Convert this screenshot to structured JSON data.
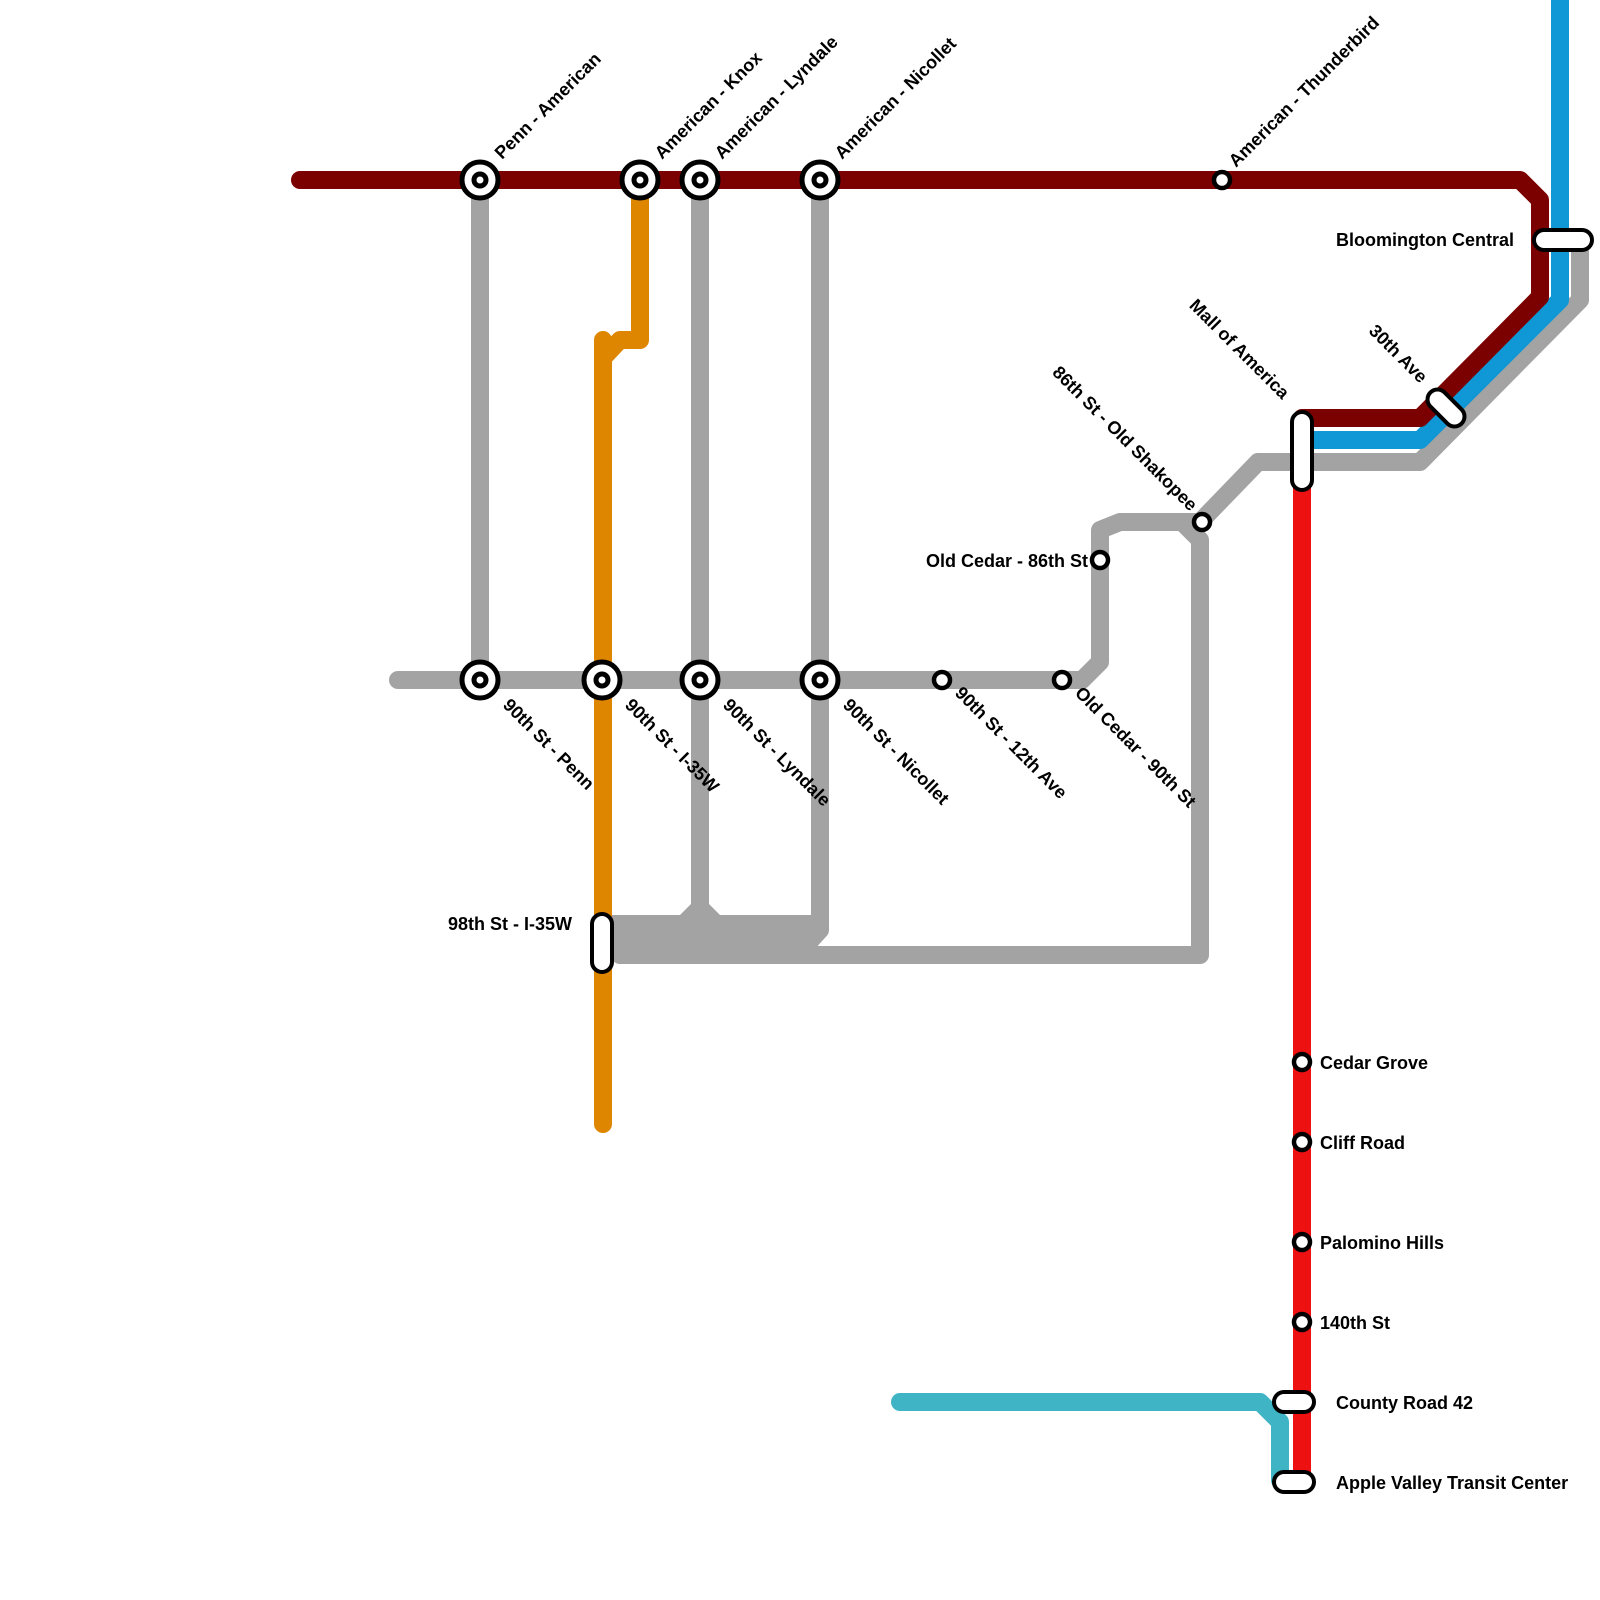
{
  "lines": {
    "maroon": {
      "color": "#7b0000"
    },
    "blue": {
      "color": "#0f97d6"
    },
    "gray": {
      "color": "#a3a3a3"
    },
    "orange": {
      "color": "#df8600"
    },
    "red": {
      "color": "#ee1111"
    },
    "teal": {
      "color": "#3fb4c4"
    }
  },
  "stations": {
    "penn_american": "Penn - American",
    "american_knox": "American - Knox",
    "american_lyndale": "American - Lyndale",
    "american_nicollet": "American - Nicollet",
    "american_thunderbird": "American - Thunderbird",
    "bloomington_central": "Bloomington Central",
    "thirtieth_ave": "30th Ave",
    "mall_of_america": "Mall of America",
    "eighty_sixth_old_shakopee": "86th St - Old Shakopee",
    "old_cedar_86th": "Old Cedar - 86th St",
    "ninetieth_penn": "90th St - Penn",
    "ninetieth_i35w": "90th St - I-35W",
    "ninetieth_lyndale": "90th St - Lyndale",
    "ninetieth_nicollet": "90th St - Nicollet",
    "ninetieth_12th": "90th St - 12th Ave",
    "old_cedar_90th": "Old Cedar - 90th St",
    "ninety_eighth_i35w": "98th St - I-35W",
    "cedar_grove": "Cedar Grove",
    "cliff_road": "Cliff Road",
    "palomino_hills": "Palomino Hills",
    "one_fortieth": "140th St",
    "county_road_42": "County Road 42",
    "apple_valley": "Apple Valley Transit Center"
  }
}
